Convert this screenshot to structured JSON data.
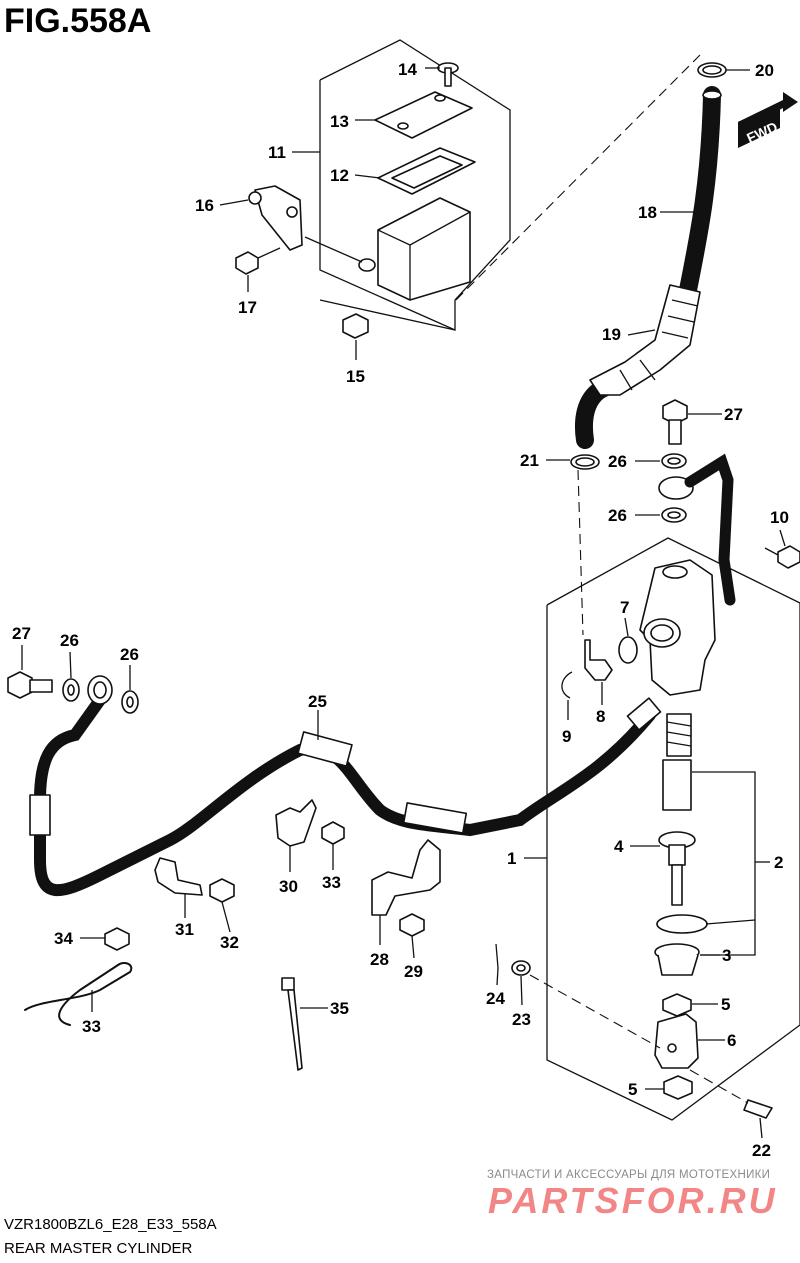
{
  "figure": {
    "title": "FIG.558A",
    "drawing_code": "VZR1800BZL6_E28_E33_558A",
    "drawing_name": "REAR MASTER CYLINDER",
    "fwd_label": "FWD"
  },
  "watermark": {
    "subtitle": "ЗАПЧАСТИ И АКСЕССУАРЫ ДЛЯ МОТОТЕХНИКИ",
    "logo": "PARTSFOR.RU"
  },
  "callouts": [
    {
      "id": "c14",
      "label": "14"
    },
    {
      "id": "c13",
      "label": "13"
    },
    {
      "id": "c11",
      "label": "11"
    },
    {
      "id": "c12",
      "label": "12"
    },
    {
      "id": "c16",
      "label": "16"
    },
    {
      "id": "c17",
      "label": "17"
    },
    {
      "id": "c15",
      "label": "15"
    },
    {
      "id": "c20",
      "label": "20"
    },
    {
      "id": "c18",
      "label": "18"
    },
    {
      "id": "c19",
      "label": "19"
    },
    {
      "id": "c27a",
      "label": "27"
    },
    {
      "id": "c21",
      "label": "21"
    },
    {
      "id": "c26a",
      "label": "26"
    },
    {
      "id": "c26b",
      "label": "26"
    },
    {
      "id": "c10",
      "label": "10"
    },
    {
      "id": "c7",
      "label": "7"
    },
    {
      "id": "c9",
      "label": "9"
    },
    {
      "id": "c8",
      "label": "8"
    },
    {
      "id": "c27b",
      "label": "27"
    },
    {
      "id": "c26c",
      "label": "26"
    },
    {
      "id": "c26d",
      "label": "26"
    },
    {
      "id": "c25",
      "label": "25"
    },
    {
      "id": "c4",
      "label": "4"
    },
    {
      "id": "c1",
      "label": "1"
    },
    {
      "id": "c2",
      "label": "2"
    },
    {
      "id": "c3",
      "label": "3"
    },
    {
      "id": "c5a",
      "label": "5"
    },
    {
      "id": "c6",
      "label": "6"
    },
    {
      "id": "c5b",
      "label": "5"
    },
    {
      "id": "c22",
      "label": "22"
    },
    {
      "id": "c30",
      "label": "30"
    },
    {
      "id": "c33a",
      "label": "33"
    },
    {
      "id": "c31",
      "label": "31"
    },
    {
      "id": "c32",
      "label": "32"
    },
    {
      "id": "c28",
      "label": "28"
    },
    {
      "id": "c29",
      "label": "29"
    },
    {
      "id": "c34",
      "label": "34"
    },
    {
      "id": "c33b",
      "label": "33"
    },
    {
      "id": "c35",
      "label": "35"
    },
    {
      "id": "c24",
      "label": "24"
    },
    {
      "id": "c23",
      "label": "23"
    }
  ]
}
